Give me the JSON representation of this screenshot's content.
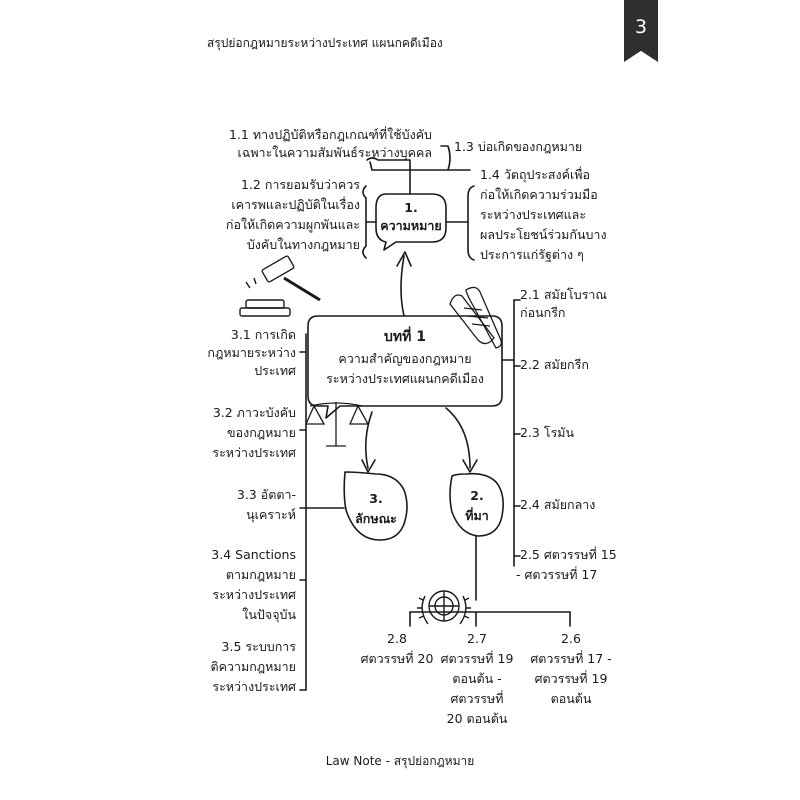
{
  "page_number": "3",
  "header_title": "สรุปย่อกฎหมายระหว่างประเทศ แผนกคดีเมือง",
  "footer_text": "Law Note - สรุปย่อกฎหมาย",
  "center": {
    "title": "บทที่ 1",
    "line1": "ความสำคัญของกฎหมาย",
    "line2": "ระหว่างประเทศแผนกคดีเมือง"
  },
  "node_meaning": {
    "num": "1.",
    "label": "ความหมาย"
  },
  "node_character": {
    "num": "3.",
    "label": "ลักษณะ"
  },
  "node_source": {
    "num": "2.",
    "label": "ที่มา"
  },
  "meaning_items": {
    "i11_l1": "1.1 ทางปฏิบัติหรือกฎเกณฑ์ที่ใช้บังคับ",
    "i11_l2": "เฉพาะในความสัมพันธ์ระหว่างบุคคล",
    "i12_l1": "1.2 การยอมรับว่าควร",
    "i12_l2": "เคารพและปฏิบัติในเรื่อง",
    "i12_l3": "ก่อให้เกิดความผูกพันและ",
    "i12_l4": "บังคับในทางกฎหมาย",
    "i13": "1.3 บ่อเกิดของกฎหมาย",
    "i14_l1": "1.4 วัตถุประสงค์เพื่อ",
    "i14_l2": "ก่อให้เกิดความร่วมมือ",
    "i14_l3": "ระหว่างประเทศและ",
    "i14_l4": "ผลประโยชน์ร่วมกันบาง",
    "i14_l5": "ประการแก่รัฐต่าง ๆ"
  },
  "character_items": {
    "i31_l1": "3.1 การเกิด",
    "i31_l2": "กฎหมายระหว่าง",
    "i31_l3": "ประเทศ",
    "i32_l1": "3.2 ภาวะบังคับ",
    "i32_l2": "ของกฎหมาย",
    "i32_l3": "ระหว่างประเทศ",
    "i33_l1": "3.3 อัตตา-",
    "i33_l2": "นุเคราะห์",
    "i34_l1": "3.4 Sanctions",
    "i34_l2": "ตามกฎหมาย",
    "i34_l3": "ระหว่างประเทศ",
    "i34_l4": "ในปัจจุบัน",
    "i35_l1": "3.5 ระบบการ",
    "i35_l2": "ติความกฎหมาย",
    "i35_l3": "ระหว่างประเทศ"
  },
  "source_items": {
    "i21_l1": "2.1 สมัยโบราณ",
    "i21_l2": "ก่อนกรีก",
    "i22": "2.2 สมัยกรีก",
    "i23": "2.3 โรมัน",
    "i24": "2.4 สมัยกลาง",
    "i25_l1": "2.5 ศตวรรษที่ 15",
    "i25_l2": "- ศตวรรษที่ 17",
    "i26_l1": "2.6",
    "i26_l2": "ศตวรรษที่ 17 -",
    "i26_l3": "ศตวรรษที่ 19",
    "i26_l4": "ตอนต้น",
    "i27_l1": "2.7",
    "i27_l2": "ศตวรรษที่ 19",
    "i27_l3": "ตอนต้น -",
    "i27_l4": "ศตวรรษที่",
    "i27_l5": "20 ตอนต้น",
    "i28_l1": "2.8",
    "i28_l2": "ศตวรรษที่ 20"
  },
  "icons": [
    "gavel-icon",
    "scroll-icon",
    "scales-icon",
    "un-emblem-icon"
  ],
  "colors": {
    "ink": "#1a1a1a",
    "bookmark": "#2f2f2f",
    "paper": "#ffffff"
  }
}
